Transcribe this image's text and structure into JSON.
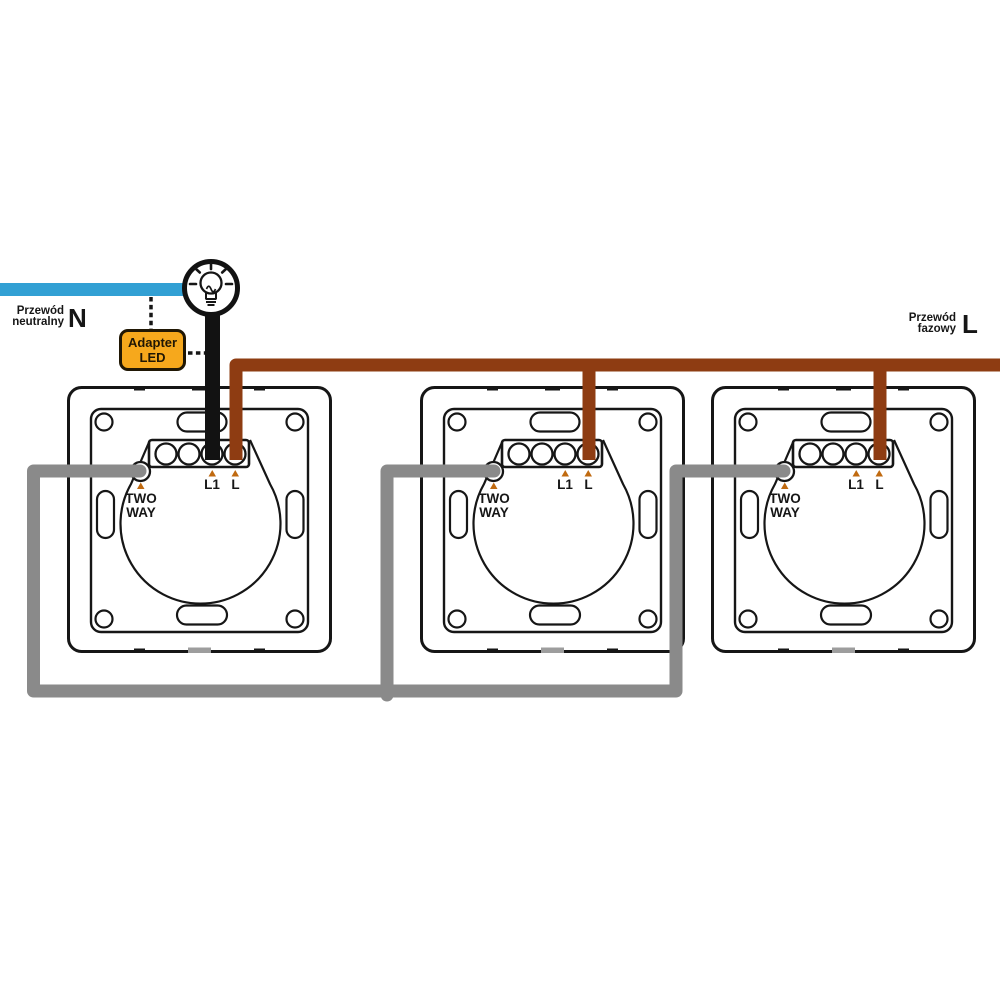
{
  "labels": {
    "neutral_wire_line1": "Przewód",
    "neutral_wire_line2": "neutralny",
    "neutral_wire_symbol": "N",
    "phase_wire_line1": "Przewód",
    "phase_wire_line2": "fazowy",
    "phase_wire_symbol": "L",
    "adapter_line1": "Adapter",
    "adapter_line2": "LED"
  },
  "modules": [
    {
      "name": "switch-1",
      "two_way_line1": "TWO",
      "two_way_line2": "WAY",
      "terminal_l1_label": "L1",
      "terminal_l_label": "L"
    },
    {
      "name": "switch-2",
      "two_way_line1": "TWO",
      "two_way_line2": "WAY",
      "terminal_l1_label": "L1",
      "terminal_l_label": "L"
    },
    {
      "name": "switch-3",
      "two_way_line1": "TWO",
      "two_way_line2": "WAY",
      "terminal_l1_label": "L1",
      "terminal_l_label": "L"
    }
  ],
  "icons": {
    "light_bulb_icon": "bulb-in-circle-with-rays"
  },
  "colors": {
    "neutral_wire": "#32a0d4",
    "phase_wire": "#8e3c12",
    "lamp_wire": "#121212",
    "two_way_wire": "#8a8a8a",
    "adapter_fill": "#f6a81c",
    "adapter_border": "#201704",
    "terminal_marker": "#c06a10",
    "outline": "#161616"
  }
}
